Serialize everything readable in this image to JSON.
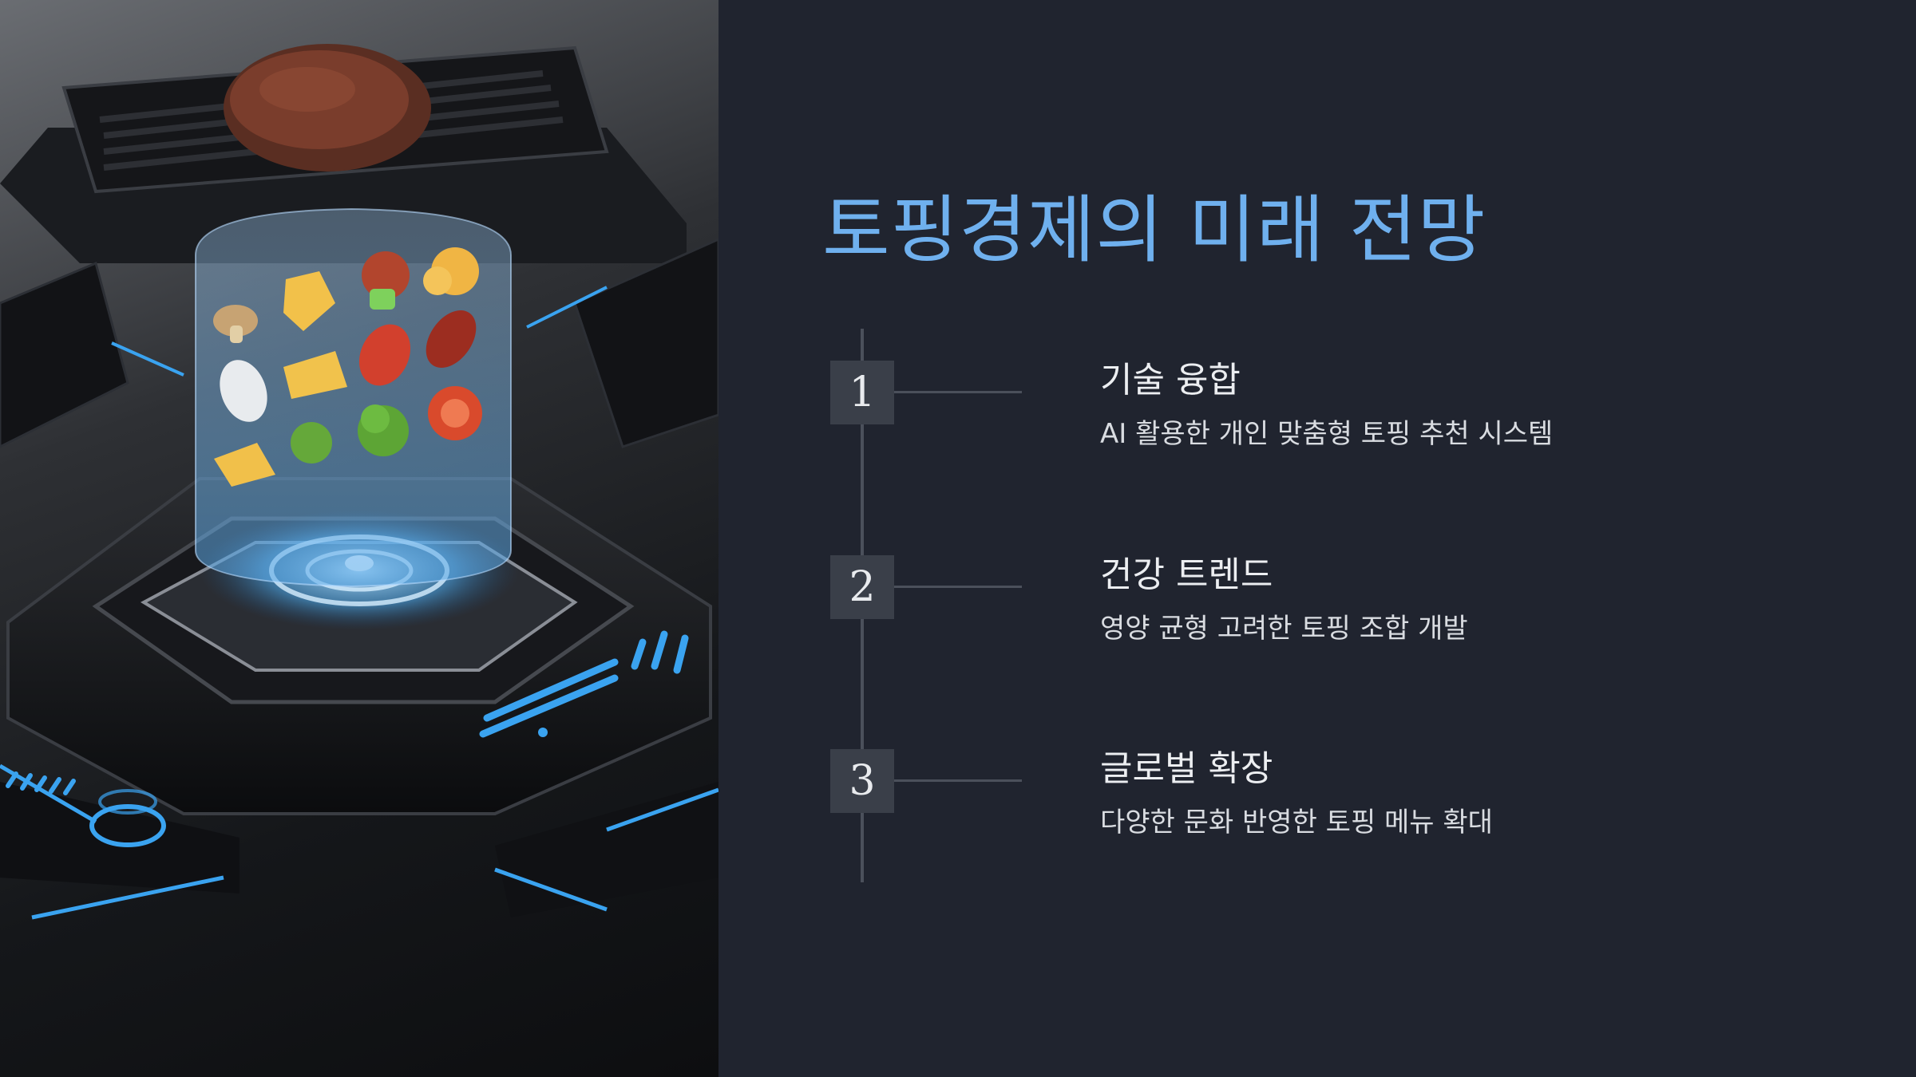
{
  "slide": {
    "title": "토핑경제의 미래 전망",
    "items": [
      {
        "number": "1",
        "heading": "기술 융합",
        "description": "AI 활용한 개인 맞춤형 토핑 추천 시스템"
      },
      {
        "number": "2",
        "heading": "건강 트렌드",
        "description": "영양 균형 고려한 토핑 조합 개발"
      },
      {
        "number": "3",
        "heading": "글로벌 확장",
        "description": "다양한 문화 반영한 토핑 메뉴 확대"
      }
    ]
  },
  "colors": {
    "background": "#20242f",
    "title": "#6fb0ee",
    "number_box": "#3a3f49",
    "timeline": "#4b505b",
    "accent_glow": "#3aa3f0"
  }
}
